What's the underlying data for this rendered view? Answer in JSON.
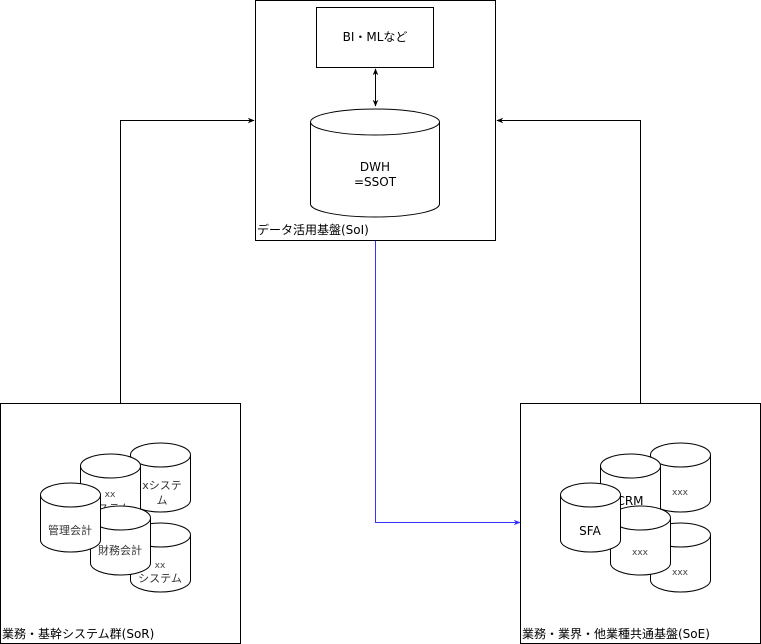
{
  "diagram": {
    "containers": {
      "soi": {
        "label": "データ活用基盤(SoI)"
      },
      "sor": {
        "label": "業務・基幹システム群(SoR)"
      },
      "soe": {
        "label": "業務・業界・他業種共通基盤(SoE)"
      }
    },
    "nodes": {
      "bi_ml": {
        "label": "BI・MLなど"
      },
      "dwh": {
        "line1": "DWH",
        "line2": "=SSOT"
      },
      "sor_cylinders": {
        "back_right": {
          "line1": "xシステ",
          "line2": "ム"
        },
        "back_middle": {
          "line1": "xx",
          "line2": "ステム"
        },
        "bottom_right": {
          "line1": "xx",
          "line2": "システム"
        },
        "middle": {
          "line1": "財務会計"
        },
        "front": {
          "line1": "管理会計"
        }
      },
      "soe_cylinders": {
        "back_right": {
          "line1": "xxx"
        },
        "back_middle": {
          "line1": "CRM"
        },
        "bottom_right": {
          "line1": "xxx"
        },
        "middle": {
          "line1": "xxx"
        },
        "front": {
          "line1": "SFA"
        }
      }
    },
    "edges": [
      {
        "from": "SoR",
        "to": "SoI",
        "color": "#000000"
      },
      {
        "from": "SoE",
        "to": "SoI",
        "color": "#000000"
      },
      {
        "from": "SoI",
        "to": "SoE",
        "color": "#3333ff"
      },
      {
        "from": "DWH",
        "to": "BI・MLなど",
        "color": "#000000",
        "bidirectional": true
      }
    ]
  }
}
